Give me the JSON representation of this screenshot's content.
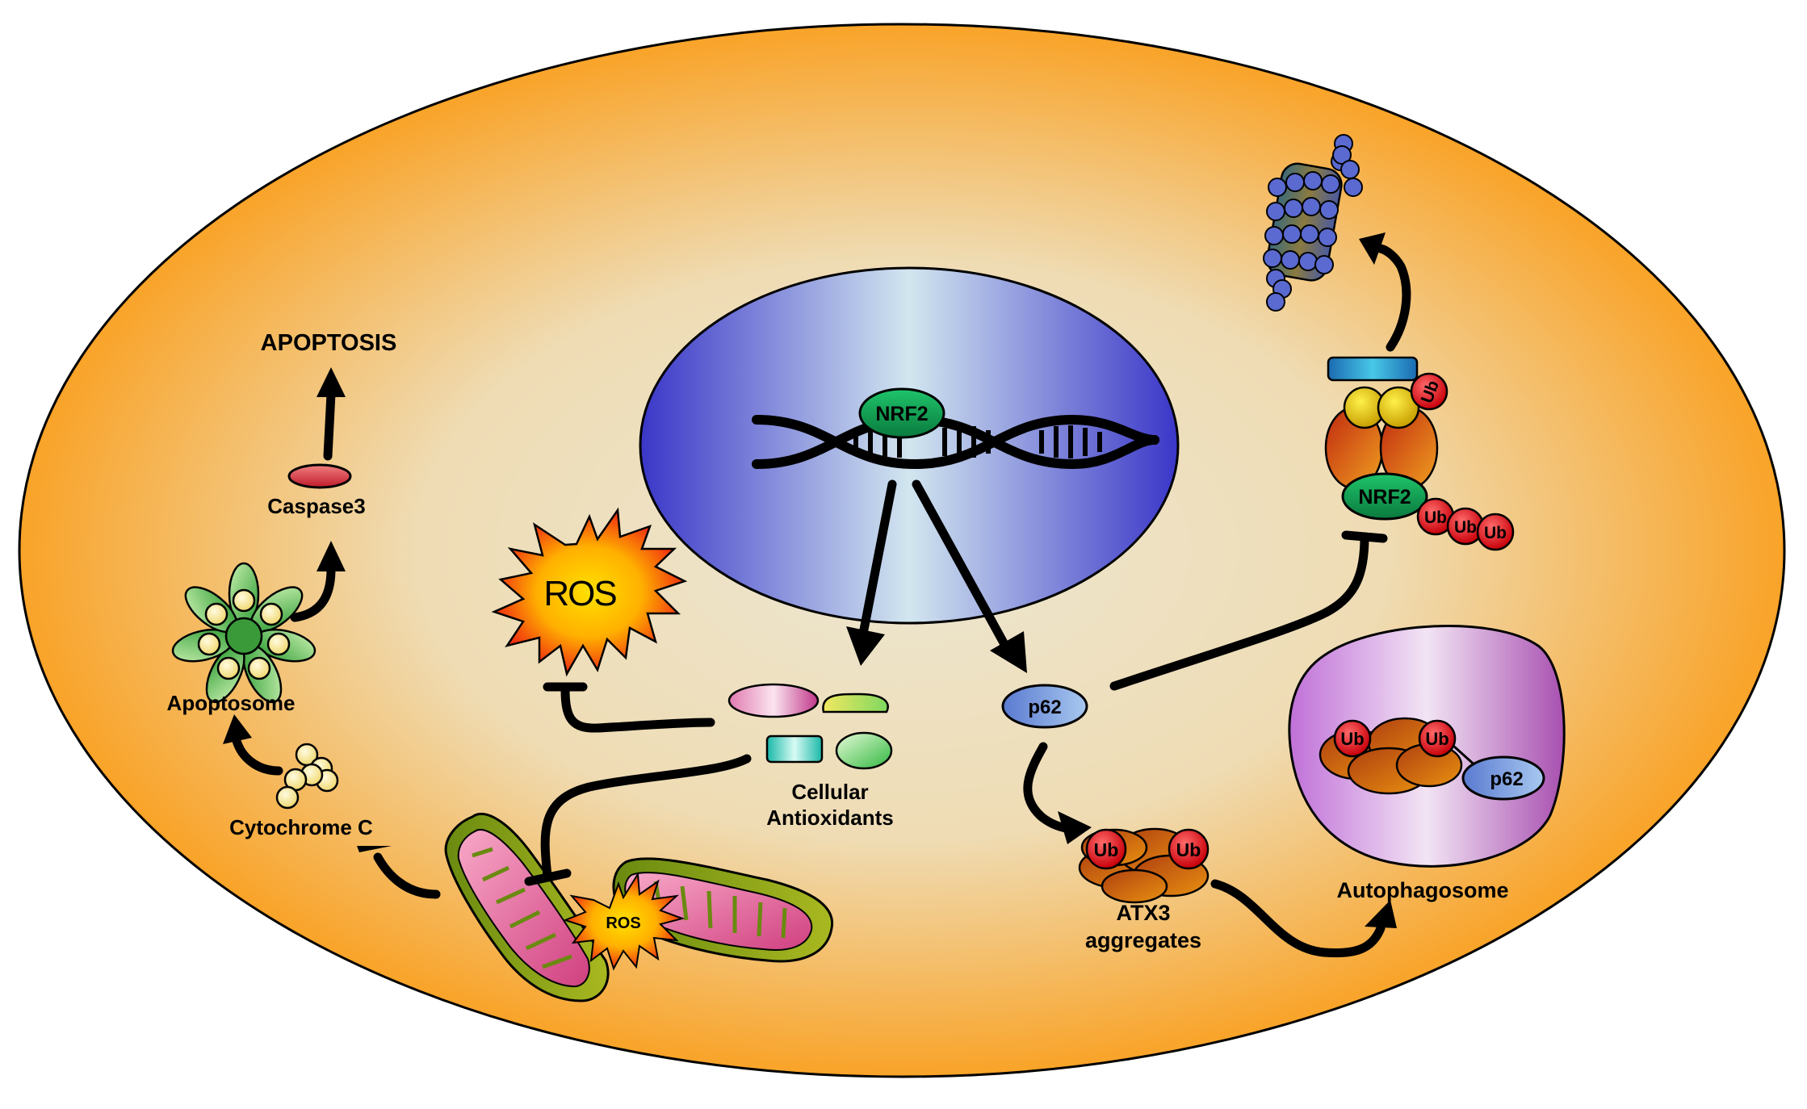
{
  "labels": {
    "nrf2": "NRF2",
    "apoptosis": "APOPTOSIS",
    "caspase3": "Caspase3",
    "apoptosome": "Apoptosome",
    "cytochrome_c": "Cytochrome C",
    "ros": "ROS",
    "ros_mito": "ROS",
    "cellular_antioxidants": [
      "Cellular",
      "Antioxidants"
    ],
    "p62": "p62",
    "p62_autophagosome": "p62",
    "atx3_aggregates": [
      "ATX3",
      "aggregates"
    ],
    "autophagosome": "Autophagosome",
    "nrf2_complex": "NRF2",
    "ub": "Ub"
  },
  "colors": {
    "cell_edge": "#f9a328",
    "cell_center": "#ece6d0",
    "nucleus_edge": "#3a36c8",
    "nucleus_center": "#d2e6ef",
    "nrf2_green": "#1aa35a",
    "ros_red": "#f0301a",
    "ros_yellow": "#ffd800",
    "ub_red": "#e8141a",
    "p62_blue": "#7c9ad8",
    "autophagosome_purple": "#b060c0"
  },
  "icons": [
    "dna-helix-icon",
    "ros-starburst-icon",
    "mitochondria-icon",
    "apoptosome-icon",
    "caspase3-icon",
    "cytochrome-c-icon",
    "antioxidant-molecules-icon",
    "proteasome-icon",
    "keap1-cul3-complex-icon",
    "aggregate-icon",
    "autophagosome-icon",
    "inhibition-bar-icon",
    "arrow-icon"
  ]
}
